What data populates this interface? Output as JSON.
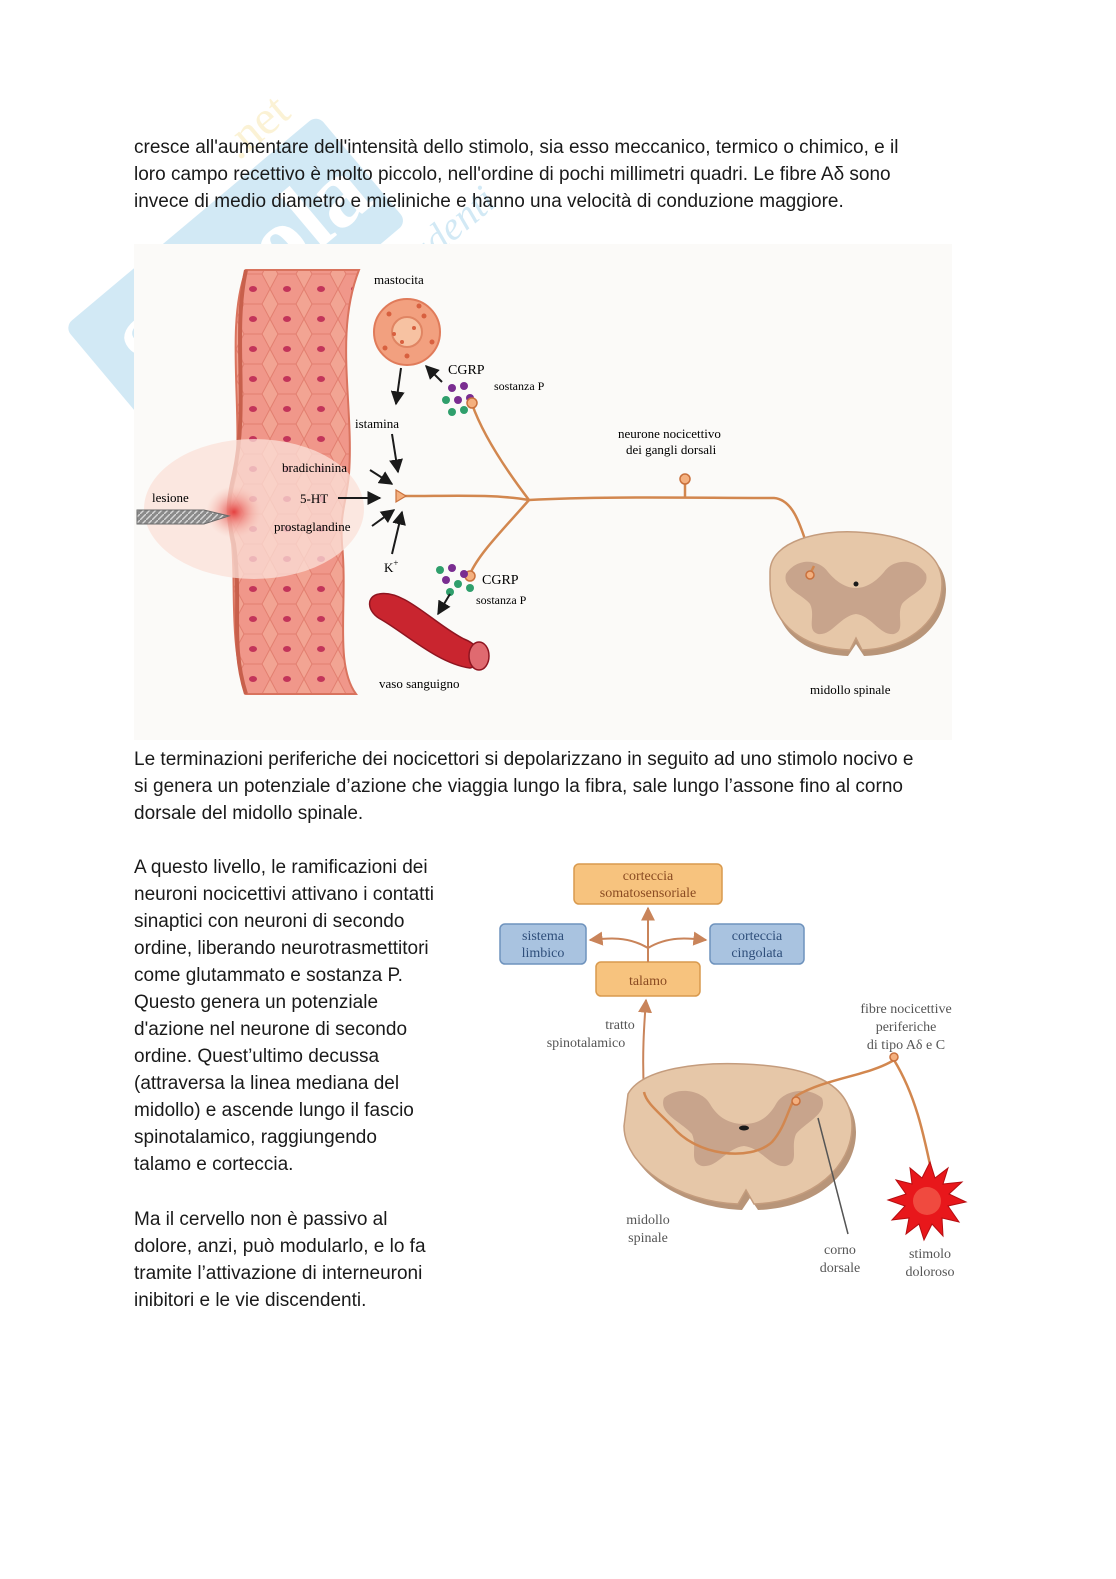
{
  "watermark": {
    "brand": "Skuola",
    "tagline": "il paradiso degli studenti",
    "domain": ".net"
  },
  "text": {
    "p1_l1": "cresce all'aumentare dell'intensità dello stimolo, sia esso meccanico, termico o chimico, e il",
    "p1_l2": "loro campo recettivo è molto piccolo, nell'ordine di pochi millimetri quadri. Le fibre Aδ sono",
    "p1_l3": "invece di medio diametro e mieliniche e hanno una velocità di conduzione maggiore.",
    "p2_l1": "Le terminazioni periferiche dei nocicettori si depolarizzano in seguito ad uno stimolo nocivo e",
    "p2_l2": "si genera un potenziale d’azione che viaggia lungo la fibra, sale lungo l’assone fino al corno",
    "p2_l3": "dorsale del midollo spinale.",
    "p3": [
      "A questo livello, le ramificazioni dei",
      "neuroni nocicettivi attivano i contatti",
      "sinaptici con neuroni di secondo",
      "ordine, liberando neurotrasmettitori",
      "come glutammato e sostanza P.",
      "Questo genera un potenziale",
      "d'azione nel neurone di secondo",
      "ordine. Quest’ultimo decussa",
      "(attraversa la linea mediana del",
      "midollo) e ascende lungo il fascio",
      "spinotalamico, raggiungendo",
      "talamo e corteccia."
    ],
    "p4": [
      "Ma il cervello non è passivo al",
      "dolore, anzi, può modularlo, e lo fa",
      "tramite l’attivazione di interneuroni",
      "inibitori e le vie discendenti."
    ]
  },
  "figure1": {
    "mastocita": "mastocita",
    "cgrp_top": "CGRP",
    "sostanza_top": "sostanza P",
    "istamina": "istamina",
    "neurone_l1": "neurone nocicettivo",
    "neurone_l2": "dei gangli dorsali",
    "bradichinina": "bradichinina",
    "serotonina": "5-HT",
    "prostaglandine": "prostaglandine",
    "lesione": "lesione",
    "potassio": "K",
    "potassio_sup": "+",
    "cgrp_bottom": "CGRP",
    "sostanza_bottom": "sostanza P",
    "vaso": "vaso sanguigno",
    "midollo": "midollo spinale"
  },
  "figure2": {
    "corteccia_l1": "corteccia",
    "corteccia_l2": "somatosensoriale",
    "sistema_l1": "sistema",
    "sistema_l2": "limbico",
    "cingolata_l1": "corteccia",
    "cingolata_l2": "cingolata",
    "talamo": "talamo",
    "tratto_l1": "tratto",
    "tratto_l2": "spinotalamico",
    "fibre_l1": "fibre nocicettive",
    "fibre_l2": "periferiche",
    "fibre_l3": "di tipo Aδ e C",
    "midollo_l1": "midollo",
    "midollo_l2": "spinale",
    "corno_l1": "corno",
    "corno_l2": "dorsale",
    "stimolo_l1": "stimolo",
    "stimolo_l2": "doloroso"
  },
  "colors": {
    "tissue": "#f0a38e",
    "tissue_dark": "#d9735e",
    "nerve": "#d2874f",
    "box_orange": "#f7c37e",
    "box_blue": "#a9c3e0",
    "cord_outer": "#e2c3a3",
    "cord_inner": "#c8a48c",
    "vessel": "#c9252f",
    "star": "#e8171b"
  }
}
